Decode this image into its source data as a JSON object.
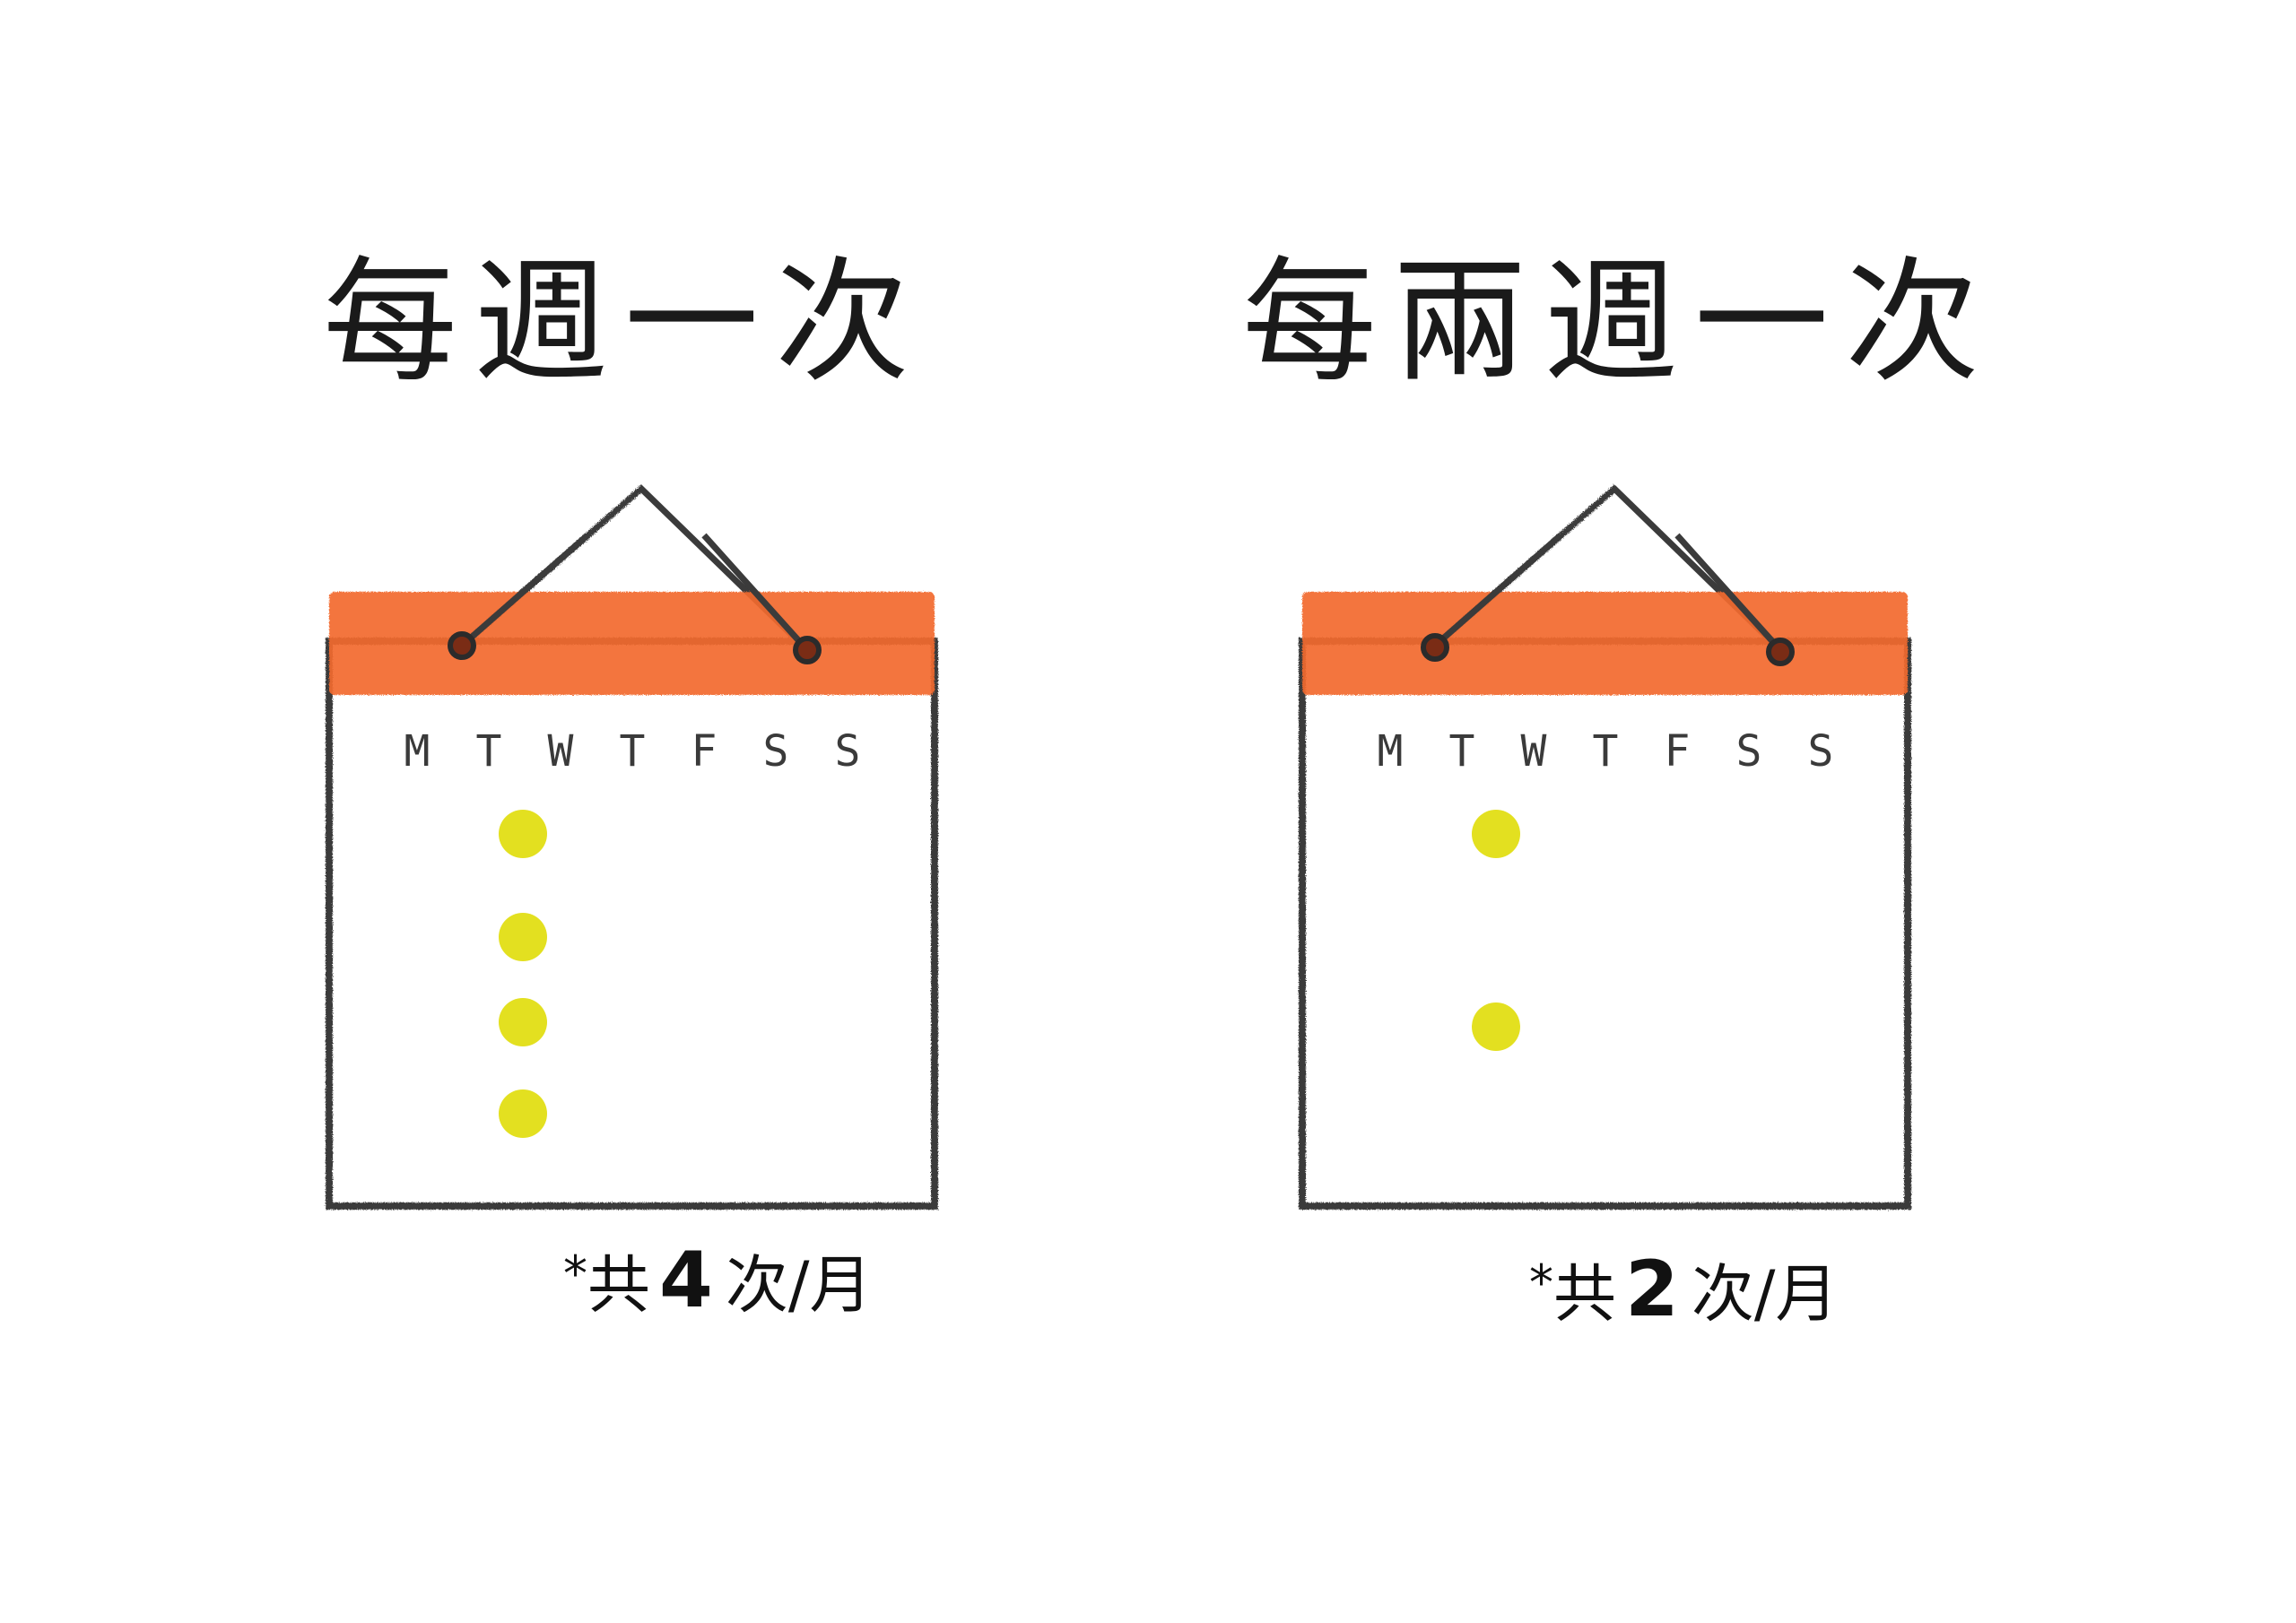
{
  "colors": {
    "header": "#f26a2e",
    "outline": "#3b3b3b",
    "dot": "#e3e020",
    "text": "#111111"
  },
  "panels": [
    {
      "title": "每週一次",
      "weekdays": [
        "M",
        "T",
        "W",
        "T",
        "F",
        "S",
        "S"
      ],
      "rows": [
        {
          "marked": true,
          "length": "full"
        },
        {
          "marked": true,
          "length": "full"
        },
        {
          "marked": true,
          "length": "full"
        },
        {
          "marked": true,
          "length": "short"
        }
      ],
      "caption": {
        "prefix": "*",
        "pre": "共",
        "count": "4",
        "post": "次/月"
      }
    },
    {
      "title": "每兩週一次",
      "weekdays": [
        "M",
        "T",
        "W",
        "T",
        "F",
        "S",
        "S"
      ],
      "rows": [
        {
          "marked": true,
          "length": "full"
        },
        {
          "marked": false,
          "length": "full"
        },
        {
          "marked": true,
          "length": "full"
        },
        {
          "marked": false,
          "length": "short"
        }
      ],
      "caption": {
        "prefix": "*",
        "pre": "共",
        "count": "2",
        "post": "次/月"
      }
    }
  ]
}
